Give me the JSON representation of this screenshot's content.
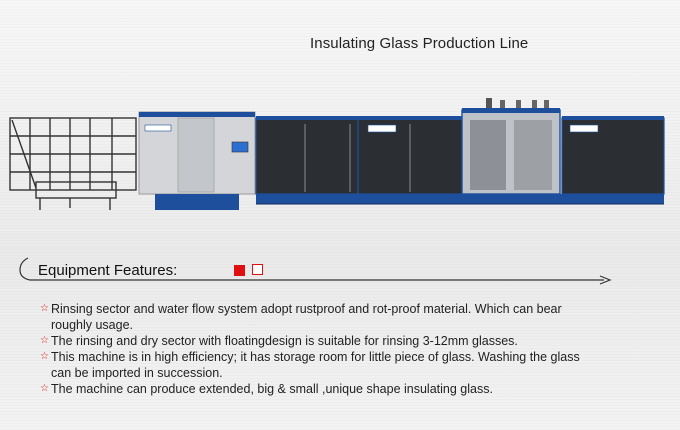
{
  "title": "Insulating Glass Production Line",
  "features_heading": "Equipment Features:",
  "features": [
    {
      "line1": "Rinsing sector and water flow system adopt rustproof and rot-proof material. Which can bear",
      "line2": "roughly usage."
    },
    {
      "line1": "The rinsing and dry sector with floatingdesign is suitable for rinsing 3-12mm glasses.",
      "line2": ""
    },
    {
      "line1": "This machine is in high efficiency; it has storage room for little piece of glass. Washing the glass",
      "line2": "can be imported in succession."
    },
    {
      "line1": "The machine can produce extended, big & small ,unique shape insulating glass.",
      "line2": ""
    }
  ],
  "bullet_icon": "star-icon",
  "colors": {
    "accent": "#e01010",
    "machine_blue": "#1d4f9c",
    "panel_dark": "#2b2e33"
  }
}
